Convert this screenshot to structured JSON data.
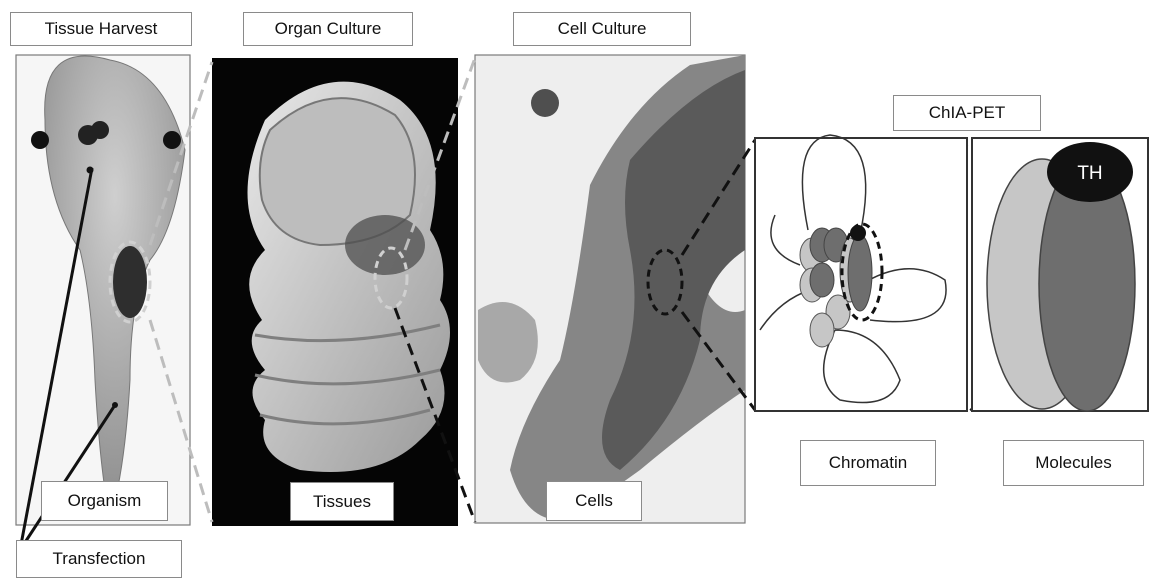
{
  "labels": {
    "tissue_harvest": "Tissue Harvest",
    "organ_culture": "Organ Culture",
    "cell_culture": "Cell Culture",
    "chia_pet": "ChIA-PET",
    "organism": "Organism",
    "transfection": "Transfection",
    "tissues": "Tissues",
    "cells": "Cells",
    "chromatin": "Chromatin",
    "molecules": "Molecules",
    "th": "TH"
  },
  "colors": {
    "dark_gray_fill": "#6e6e6e",
    "light_gray_fill": "#c6c6c6",
    "black": "#111111",
    "connector_light": "#bdbdbd",
    "connector_dark": "#111111"
  }
}
